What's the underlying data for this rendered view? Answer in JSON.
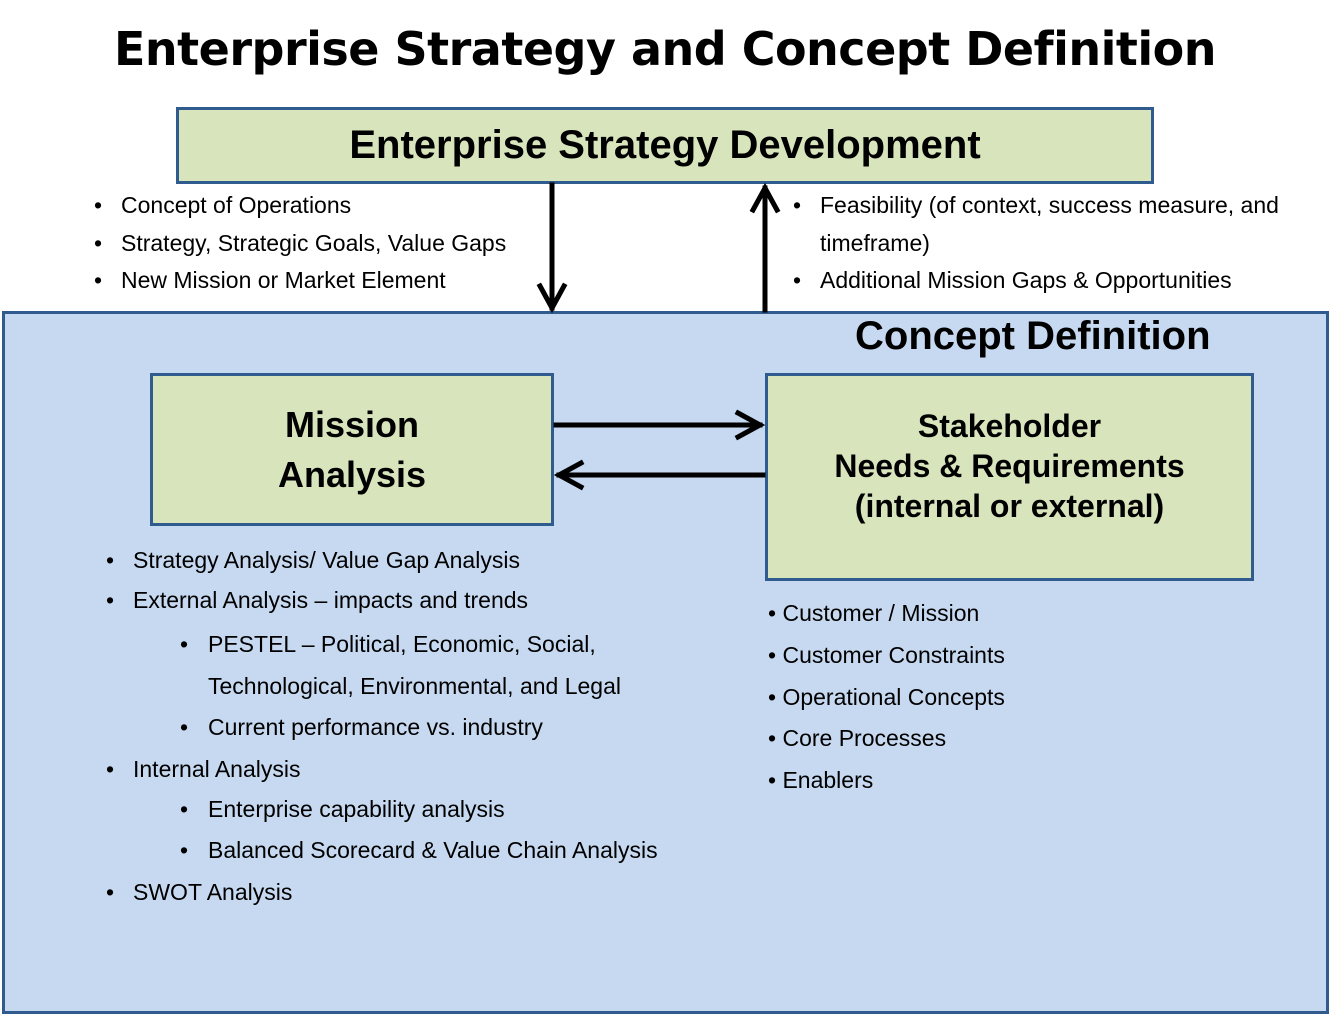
{
  "title": "Enterprise Strategy and Concept Definition",
  "enterprise_box": {
    "label": "Enterprise Strategy Development"
  },
  "concept_panel": {
    "title": "Concept Definition"
  },
  "top_left_bullets": [
    "Concept of Operations",
    "Strategy, Strategic Goals, Value Gaps",
    "New Mission or Market Element"
  ],
  "top_right_bullets": [
    "Feasibility (of context, success measure, and timeframe)",
    "Additional Mission Gaps & Opportunities"
  ],
  "mission_box": {
    "line1": "Mission",
    "line2": "Analysis"
  },
  "stakeholder_box": {
    "line1": "Stakeholder",
    "line2": "Needs & Requirements",
    "line3": "(internal or external)"
  },
  "mission_bullets": [
    {
      "text": "Strategy Analysis/ Value Gap Analysis",
      "level": 1
    },
    {
      "text": "External Analysis – impacts and trends",
      "level": 1
    },
    {
      "text": "PESTEL – Political, Economic, Social, Technological, Environmental, and Legal",
      "level": 2
    },
    {
      "text": "Current performance vs. industry",
      "level": 2
    },
    {
      "text": "Internal Analysis",
      "level": 1
    },
    {
      "text": " Enterprise capability analysis",
      "level": 2
    },
    {
      "text": " Balanced Scorecard & Value Chain Analysis",
      "level": 2
    },
    {
      "text": "SWOT Analysis",
      "level": 1
    }
  ],
  "stakeholder_bullets": [
    "Customer / Mission",
    "Customer Constraints",
    "Operational Concepts",
    "Core Processes",
    "Enablers"
  ],
  "colors": {
    "box_fill": "#d8e4bc",
    "panel_fill": "#c6d9f0",
    "border": "#2f5b8e"
  }
}
